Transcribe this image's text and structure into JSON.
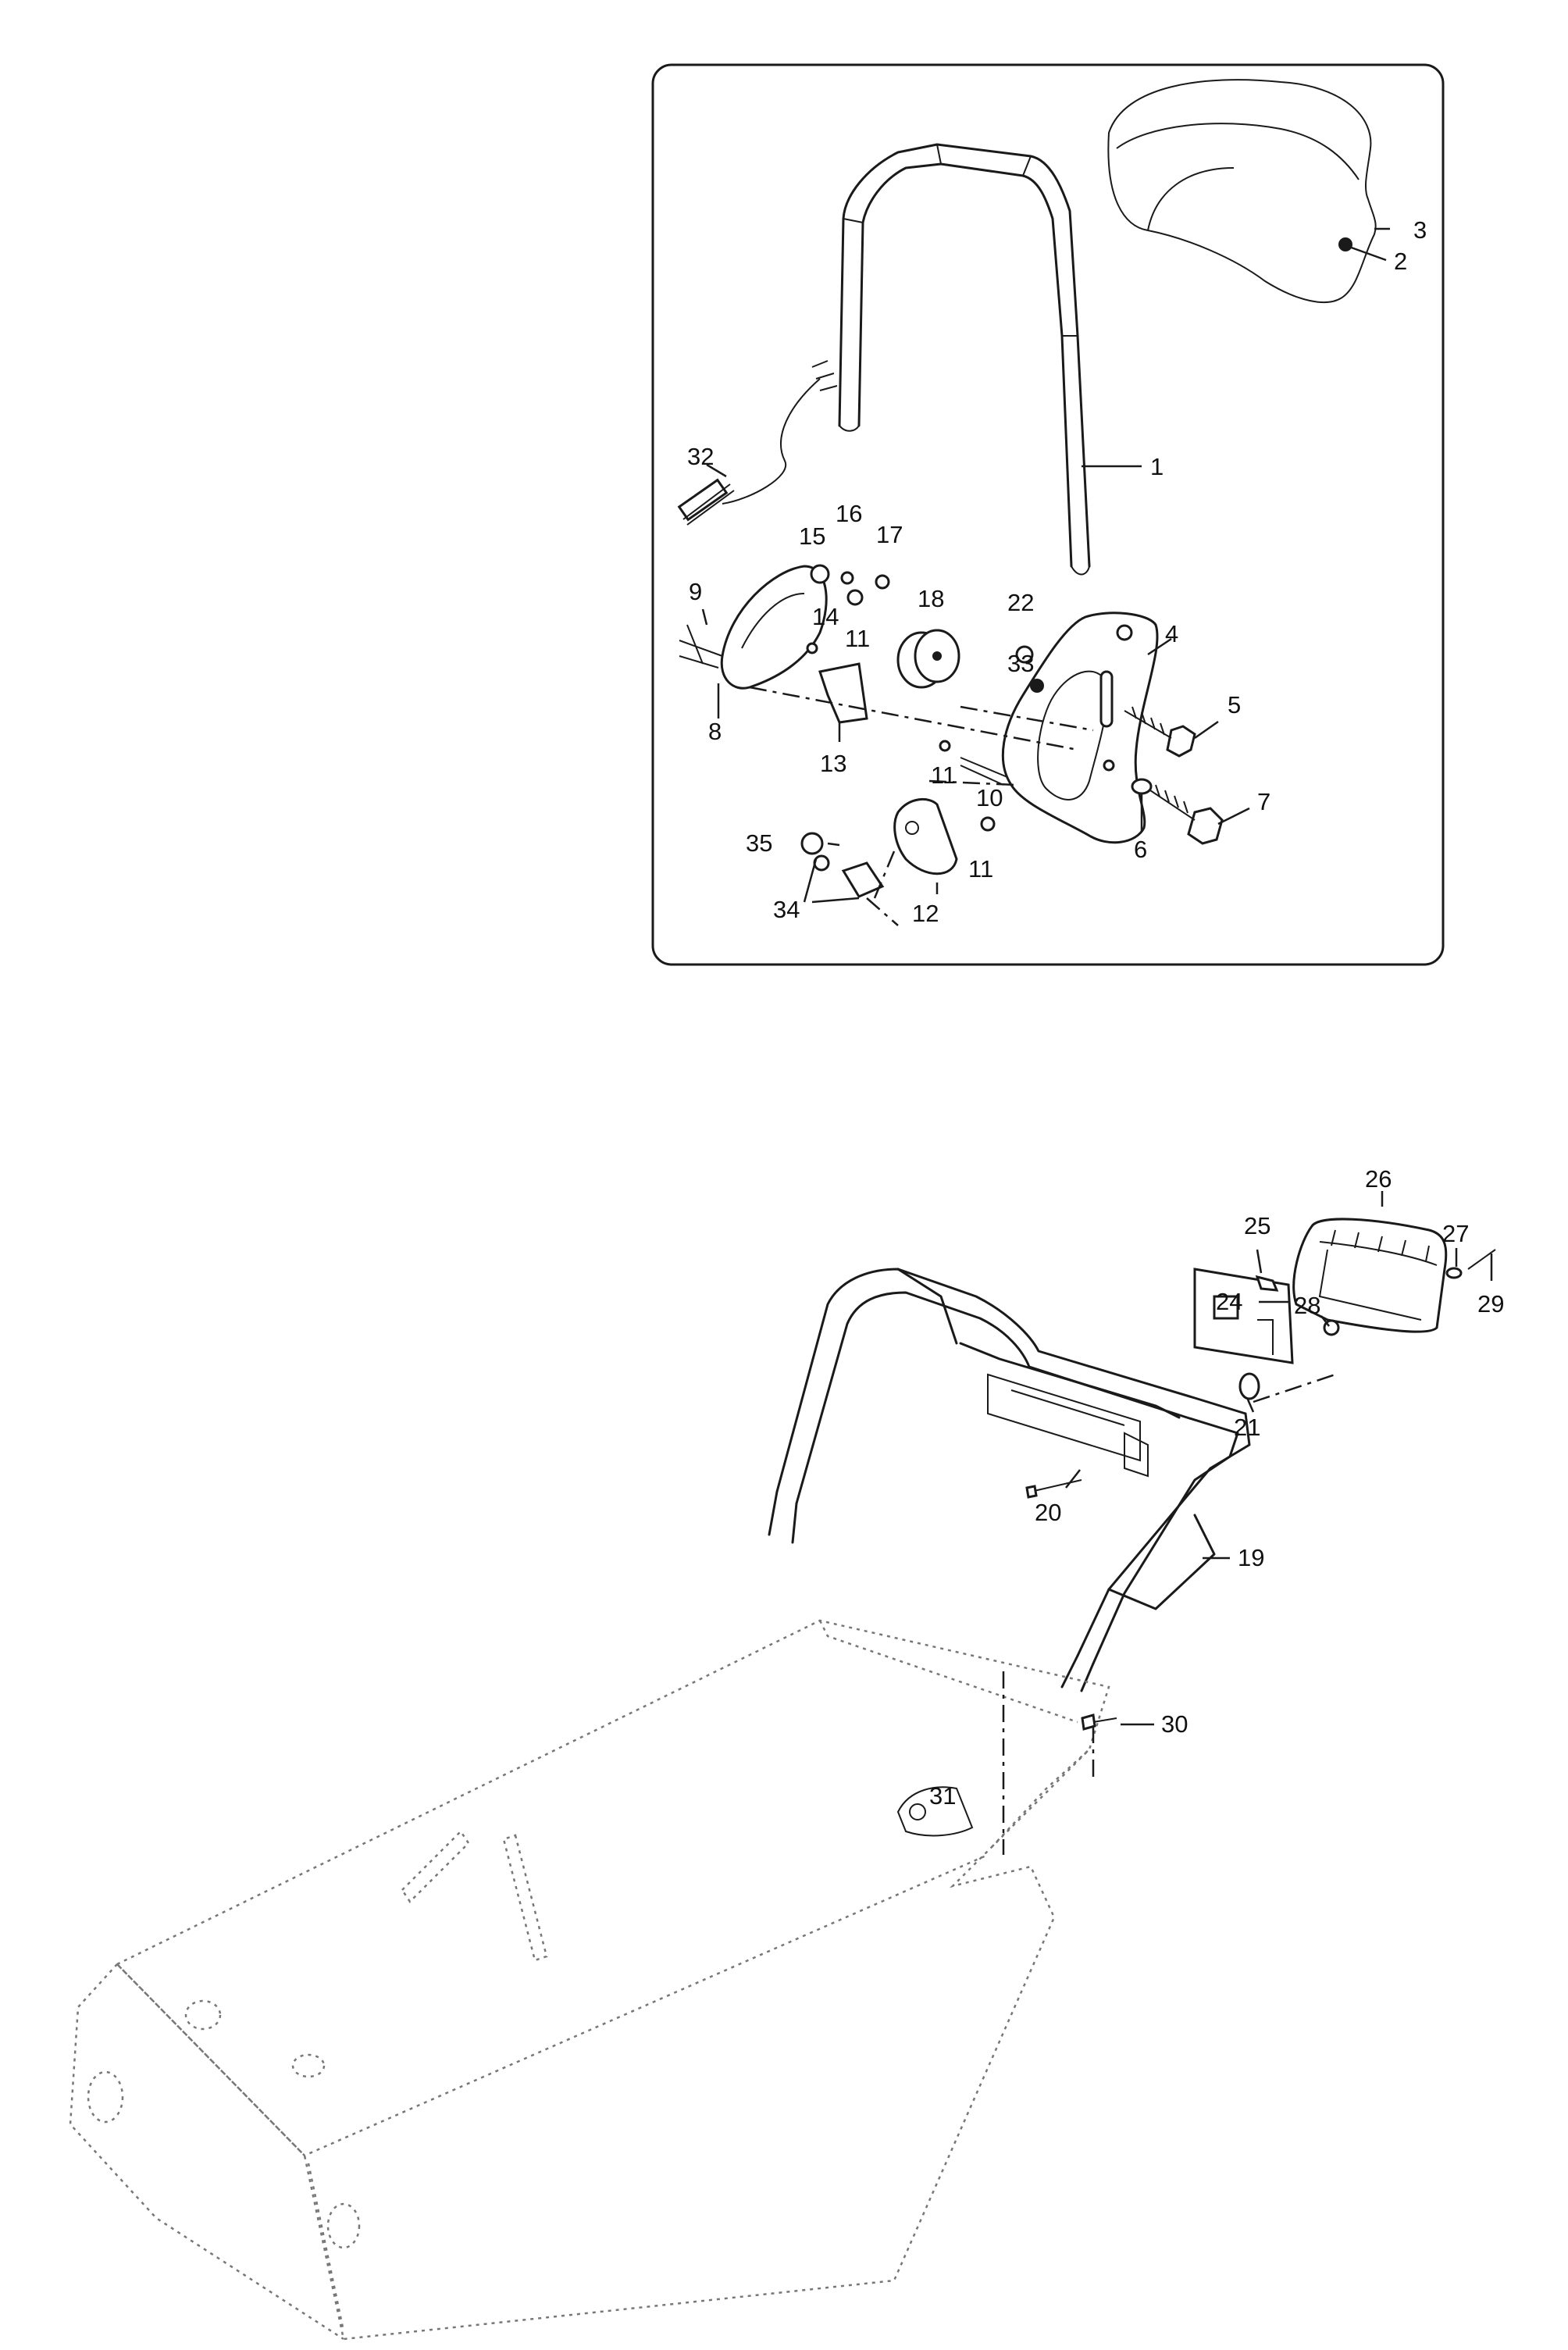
{
  "callouts": {
    "c1": "1",
    "c2": "2",
    "c3": "3",
    "c4": "4",
    "c5": "5",
    "c6": "6",
    "c7": "7",
    "c8": "8",
    "c9": "9",
    "c10": "10",
    "c11a": "11",
    "c11b": "11",
    "c11c": "11",
    "c12": "12",
    "c13": "13",
    "c14": "14",
    "c15": "15",
    "c16": "16",
    "c17": "17",
    "c18": "18",
    "c19": "19",
    "c20": "20",
    "c21": "21",
    "c22": "22",
    "c24": "24",
    "c25": "25",
    "c26": "26",
    "c27": "27",
    "c28": "28",
    "c29": "29",
    "c30": "30",
    "c31": "31",
    "c32": "32",
    "c33": "33",
    "c34": "34",
    "c35": "35"
  },
  "panel": {
    "border_color": "#1a1a1a",
    "background": "#ffffff"
  }
}
